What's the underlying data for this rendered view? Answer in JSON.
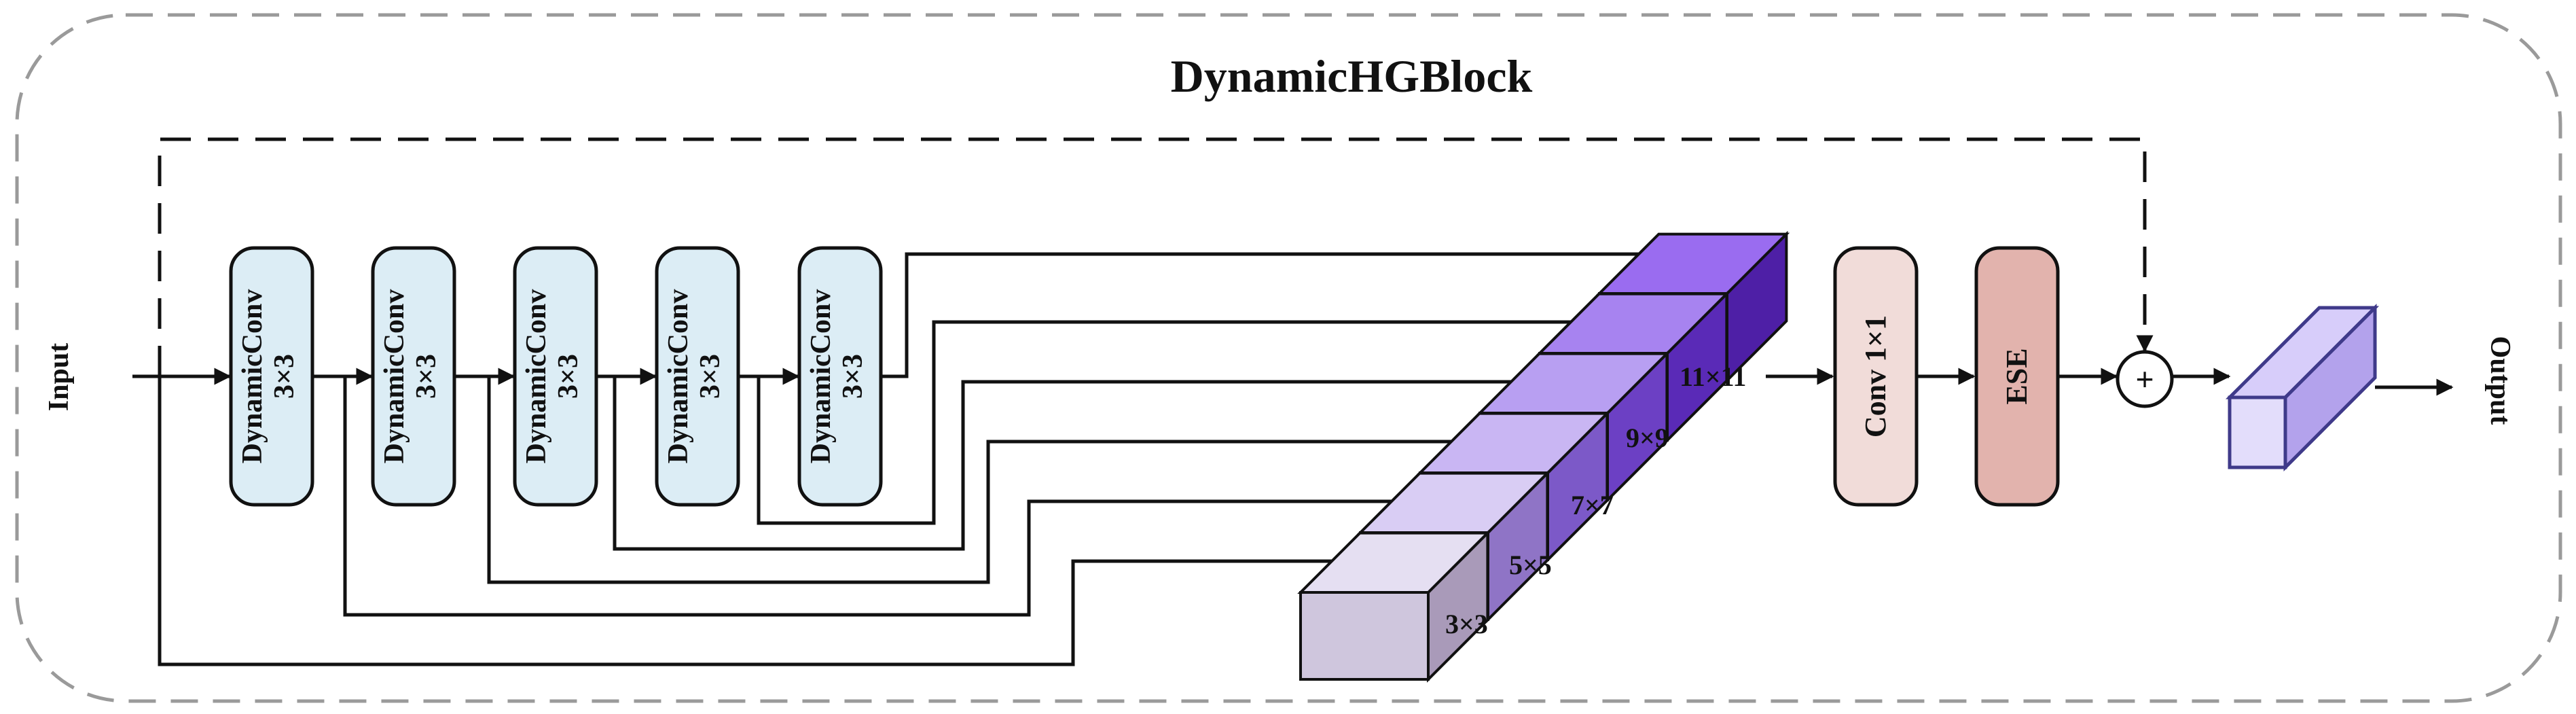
{
  "title": "DynamicHGBlock",
  "input_label": "Input",
  "output_label": "Output",
  "dynamic_convs": [
    {
      "line1": "DynamicConv",
      "line2": "3×3"
    },
    {
      "line1": "DynamicConv",
      "line2": "3×3"
    },
    {
      "line1": "DynamicConv",
      "line2": "3×3"
    },
    {
      "line1": "DynamicConv",
      "line2": "3×3"
    },
    {
      "line1": "DynamicConv",
      "line2": "3×3"
    }
  ],
  "concat_labels": [
    "3×3",
    "5×5",
    "7×7",
    "9×9",
    "11×11"
  ],
  "conv1x1_label": "Conv 1×1",
  "ese_label": "ESE",
  "add_symbol": "+",
  "colors": {
    "dynamic_conv_fill": "#dcedf5",
    "conv1x1_fill": "#f1dcd9",
    "ese_fill": "#e2b3ad",
    "output_block_fill": "#d7cdfa",
    "cube_faces_front": [
      "#cfc6dd",
      "#c2b2ea",
      "#b39ae8",
      "#a482ea",
      "#9366ec",
      "#8a52ef"
    ],
    "cube_faces_top": [
      "#e5dff2",
      "#d9cdf4",
      "#c9b6f3",
      "#b89ff2",
      "#a783f0",
      "#9a6cf0"
    ],
    "cube_faces_side": [
      "#a99ab9",
      "#8f74c6",
      "#7c59c8",
      "#6c40c4",
      "#5a2ab7",
      "#4e1fa6"
    ]
  }
}
